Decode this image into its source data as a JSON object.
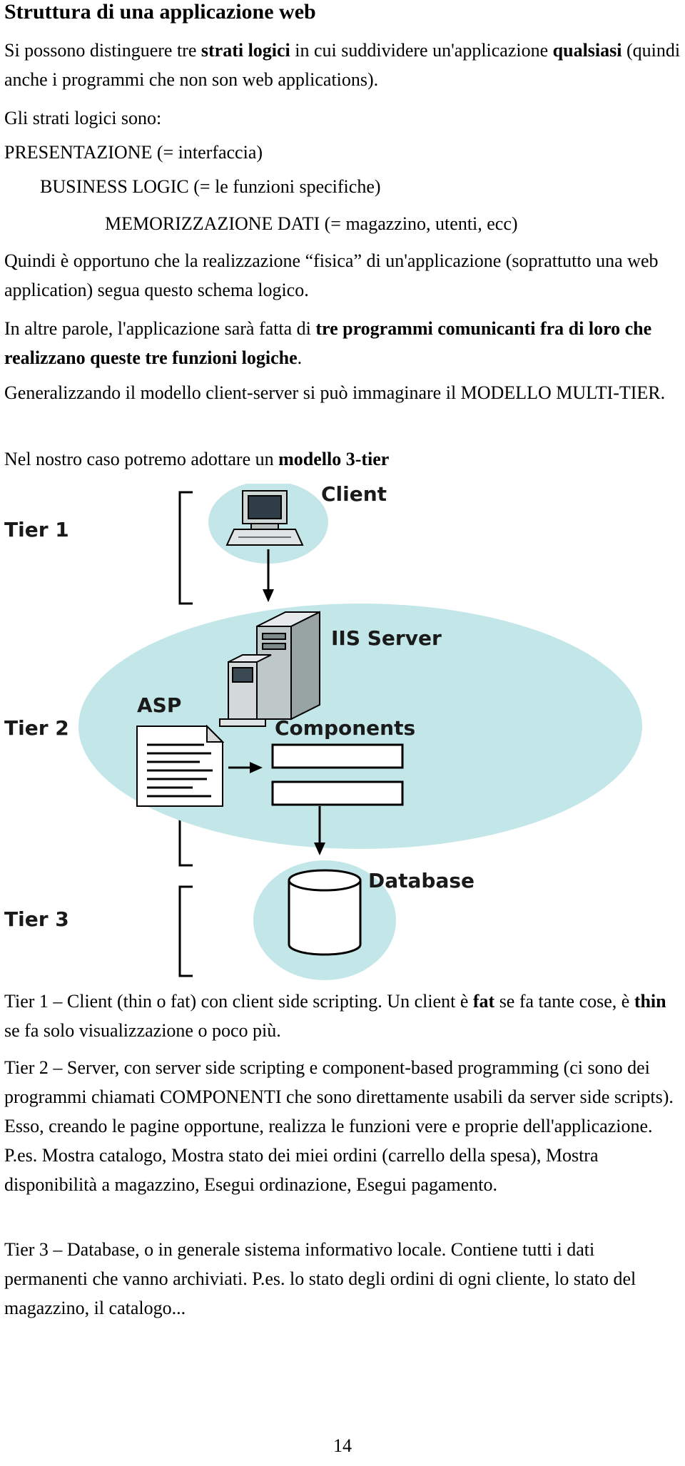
{
  "title": "Struttura di una applicazione web",
  "intro": {
    "a": "Si possono distinguere tre ",
    "b": "strati logici",
    "c": " in cui suddividere un'applicazione ",
    "d": "qualsiasi",
    "e": " (quindi anche i programmi che non son web applications)."
  },
  "layers_heading": "Gli strati logici sono:",
  "layer1": "PRESENTAZIONE (= interfaccia)",
  "layer2": "BUSINESS LOGIC (= le funzioni specifiche)",
  "layer3": "MEMORIZZAZIONE DATI (= magazzino, utenti, ecc)",
  "quindi": "Quindi è opportuno che la realizzazione “fisica” di un'applicazione (soprattutto una web application) segua questo schema logico.",
  "altre": {
    "a": "In altre parole, l'applicazione sarà fatta di ",
    "b": "tre programmi comunicanti fra di loro che realizzano queste tre funzioni logiche",
    "c": "."
  },
  "generalizzando": "Generalizzando il modello client-server si può immaginare il MODELLO MULTI-TIER.",
  "nostro": {
    "a": "Nel nostro caso potremo adottare un ",
    "b": "modello 3-tier"
  },
  "diagram": {
    "client_label": "Client",
    "server_label": "IIS Server",
    "asp_label": "ASP",
    "components_label": "Components",
    "database_label": "Database",
    "tier1": "Tier 1",
    "tier2": "Tier 2",
    "tier3": "Tier 3",
    "colors": {
      "ellipse": "#c3e6e8",
      "outline": "#000000",
      "box": "#ffffff"
    }
  },
  "tier1_desc": {
    "a": "Tier 1 – Client (thin o fat) con client side scripting. Un client è ",
    "b": "fat",
    "c": " se fa tante cose, è ",
    "d": "thin",
    "e": " se fa solo visualizzazione o poco più."
  },
  "tier2_desc": "Tier 2 – Server, con server side scripting e component-based programming (ci sono dei programmi chiamati COMPONENTI che sono direttamente usabili da server side scripts). Esso, creando le pagine opportune, realizza le funzioni vere e proprie dell'applicazione. P.es. Mostra catalogo, Mostra stato dei miei ordini (carrello della spesa), Mostra disponibilità a magazzino, Esegui ordinazione, Esegui pagamento.",
  "tier3_desc": "Tier 3 – Database, o in generale sistema informativo locale. Contiene tutti i dati permanenti che vanno archiviati. P.es. lo stato degli ordini di ogni cliente, lo stato del magazzino, il catalogo...",
  "page_number": "14"
}
